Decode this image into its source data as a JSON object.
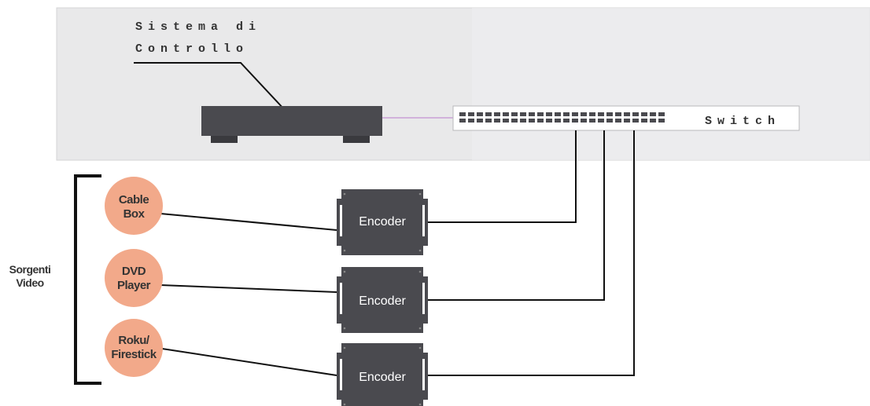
{
  "control_system": {
    "label_line1": "Sistema di",
    "label_line2": "Controllo"
  },
  "switch": {
    "label": "Switch"
  },
  "sources": {
    "group_label_line1": "Sorgenti",
    "group_label_line2": "Video",
    "items": [
      {
        "line1": "Cable",
        "line2": "Box"
      },
      {
        "line1": "DVD",
        "line2": "Player"
      },
      {
        "line1": "Roku/",
        "line2": "Firestick"
      }
    ]
  },
  "encoders": [
    {
      "label": "Encoder"
    },
    {
      "label": "Encoder"
    },
    {
      "label": "Encoder"
    }
  ],
  "colors": {
    "panel": "#e8e8e8",
    "device": "#4a4a4f",
    "source_circle": "#f2a98a",
    "link_purple": "#c9a0d6"
  }
}
